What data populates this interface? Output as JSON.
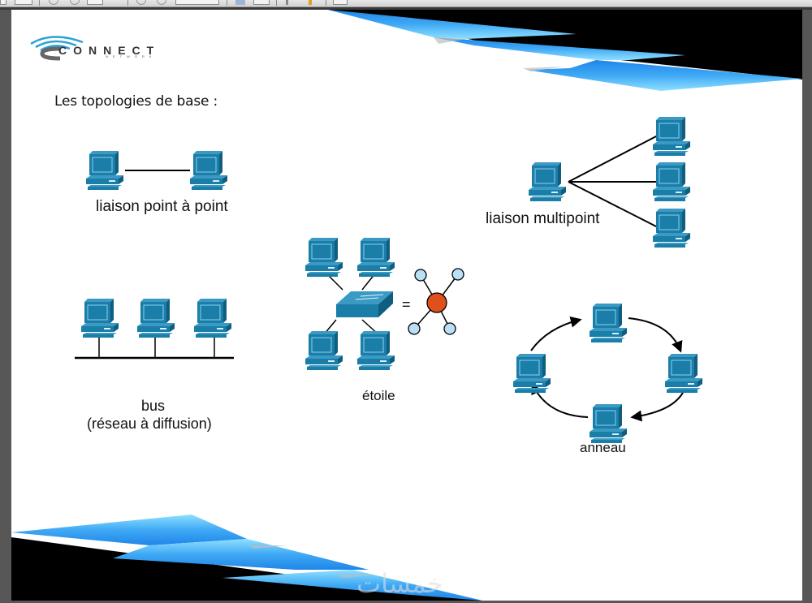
{
  "slide": {
    "title": "Les topologies de base :",
    "logo": {
      "name": "CONNECT",
      "subtitle": "NETWORK"
    },
    "watermark": "خمسات"
  },
  "topologies": {
    "point_to_point": {
      "label": "liaison point à point"
    },
    "multipoint": {
      "label": "liaison multipoint"
    },
    "bus": {
      "label_line1": "bus",
      "label_line2": "(réseau à diffusion)"
    },
    "star": {
      "label": "étoile",
      "equals": "="
    },
    "ring": {
      "label": "anneau"
    }
  },
  "colors": {
    "computer": "#1a7ea8",
    "computer_dark": "#0f5e80",
    "hub_node": "#e0501a",
    "leaf_node": "#b9e0f6",
    "accent_blue": "#2f9cf0",
    "band_black": "#000000"
  }
}
